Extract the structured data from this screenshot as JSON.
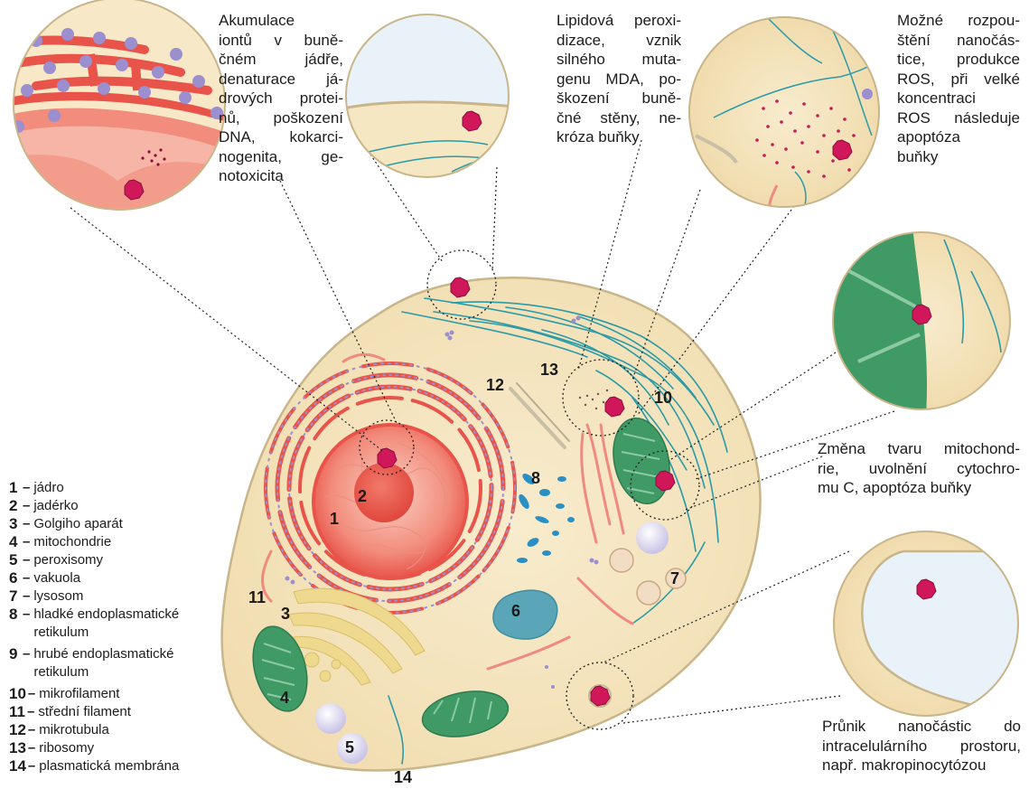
{
  "captions": {
    "ions": [
      "Akumulace",
      "iontů v buně-",
      "čném jádře,",
      "denaturace já-",
      "drových protei-",
      "nů, poškození",
      "DNA, kokarci-",
      "nogenita, ge-",
      "notoxicita"
    ],
    "lipid": [
      "Lipidová peroxi-",
      "dizace, vznik",
      "silného muta-",
      "genu MDA, po-",
      "škození buně-",
      "čné stěny, ne-",
      "króza buňky"
    ],
    "dissolution": [
      "Možné rozpou-",
      "štění nanočás-",
      "tice, produkce",
      "ROS, při velké",
      "koncentraci",
      "ROS následuje",
      "apoptóza",
      "buňky"
    ],
    "mito": [
      "Změna tvaru mitochond-",
      "rie, uvolnění cytochro-",
      "mu C, apoptóza buňky"
    ],
    "entry": [
      "Průnik nanočástic do",
      "intracelulárního prostoru,",
      "např. makropinocytózou"
    ]
  },
  "legend": [
    {
      "num": "1",
      "label": "jádro"
    },
    {
      "num": "2",
      "label": "jadérko"
    },
    {
      "num": "3",
      "label": "Golgiho aparát"
    },
    {
      "num": "4",
      "label": "mitochondrie"
    },
    {
      "num": "5",
      "label": "peroxisomy"
    },
    {
      "num": "6",
      "label": "vakuola"
    },
    {
      "num": "7",
      "label": "lysosom"
    },
    {
      "num": "8",
      "label": "hladké endoplasmatické\nretikulum"
    },
    {
      "num": "9",
      "label": "hrubé endoplasmatické\nretikulum"
    },
    {
      "num": "10",
      "label": "mikrofilament"
    },
    {
      "num": "11",
      "label": "střední filament"
    },
    {
      "num": "12",
      "label": "mikrotubula"
    },
    {
      "num": "13",
      "label": "ribosomy"
    },
    {
      "num": "14",
      "label": "plasmatická membrána"
    }
  ],
  "labels": {
    "n1": "1",
    "n2": "2",
    "n3": "3",
    "n4": "4",
    "n5": "5",
    "n6": "6",
    "n7": "7",
    "n8": "8",
    "n10": "10",
    "n11": "11",
    "n12": "12",
    "n13": "13",
    "n14": "14"
  },
  "colors": {
    "cytoplasm": "#f6e7c3",
    "cytoplasm_edge": "#c9b58a",
    "nucleus": "#ef6b5e",
    "nucleolus": "#e8544a",
    "rough_er": "#e8544a",
    "ribosome": "#9b8fd0",
    "mitochondria": "#3f9a66",
    "vacuole": "#5aa5b8",
    "smooth_er": "#2a8fc2",
    "golgi": "#efd98e",
    "microfilament": "#2a9aa8",
    "nanoparticle": "#d0175a",
    "peroxisome": "#dcd8ef"
  }
}
